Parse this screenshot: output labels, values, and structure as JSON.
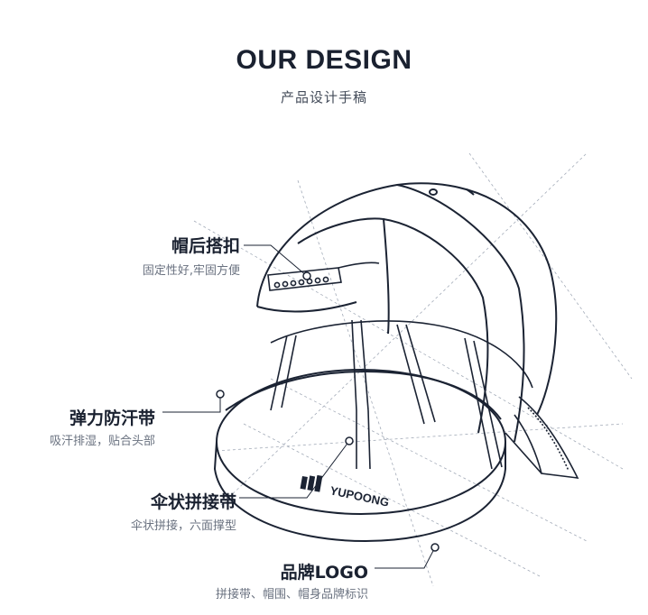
{
  "header": {
    "title": "OUR DESIGN",
    "subtitle": "产品设计手稿"
  },
  "callouts": {
    "strap": {
      "title": "帽后搭扣",
      "desc": "固定性好,牢固方便"
    },
    "sweatband": {
      "title": "弹力防汗带",
      "desc": "吸汗排湿，贴合头部"
    },
    "panels": {
      "title": "伞状拼接带",
      "desc": "伞状拼接，六面撑型"
    },
    "logo": {
      "title": "品牌LOGO",
      "desc": "拼接带、帽围、帽身品牌标识"
    }
  },
  "brand": {
    "logo_text": "YUPOONG"
  },
  "colors": {
    "line": "#1b2333",
    "guide": "#9aa3b0",
    "accent": "#2b3a55"
  }
}
